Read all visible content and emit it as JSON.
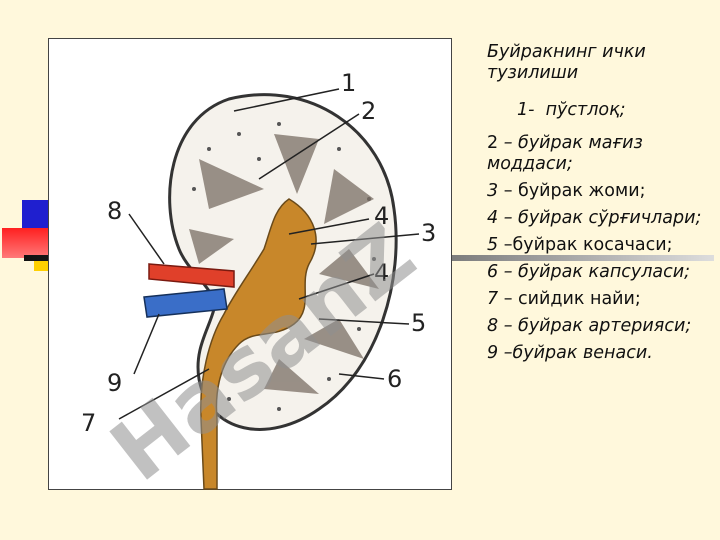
{
  "title": "Буйракнинг ички тузилиши",
  "legend": [
    {
      "num": "1-",
      "text": "пўстлоқ;"
    },
    {
      "num": "2",
      "text": "– буйрак мағиз моддаси;"
    },
    {
      "num": "3",
      "text": "– буйрак жоми;"
    },
    {
      "num": "4",
      "text": "– буйрак сўрғичлари;"
    },
    {
      "num": "5",
      "text": "–буйрак косачаси;"
    },
    {
      "num": "6",
      "text": "– буйрак капсуласи;"
    },
    {
      "num": "7",
      "text": "– сийдик найи;"
    },
    {
      "num": "8",
      "text": "– буйрак артерияси;"
    },
    {
      "num": "9",
      "text": "–буйрак венаси."
    }
  ],
  "callouts": [
    "1",
    "2",
    "3",
    "4",
    "4",
    "5",
    "6",
    "7",
    "8",
    "9"
  ],
  "watermark": "HasanZ",
  "colors": {
    "background": "#fff8dc",
    "pelvis": "#c8872a",
    "artery": "#e0402a",
    "vein": "#3a6ec8",
    "watermark": "#ff9a2a"
  }
}
